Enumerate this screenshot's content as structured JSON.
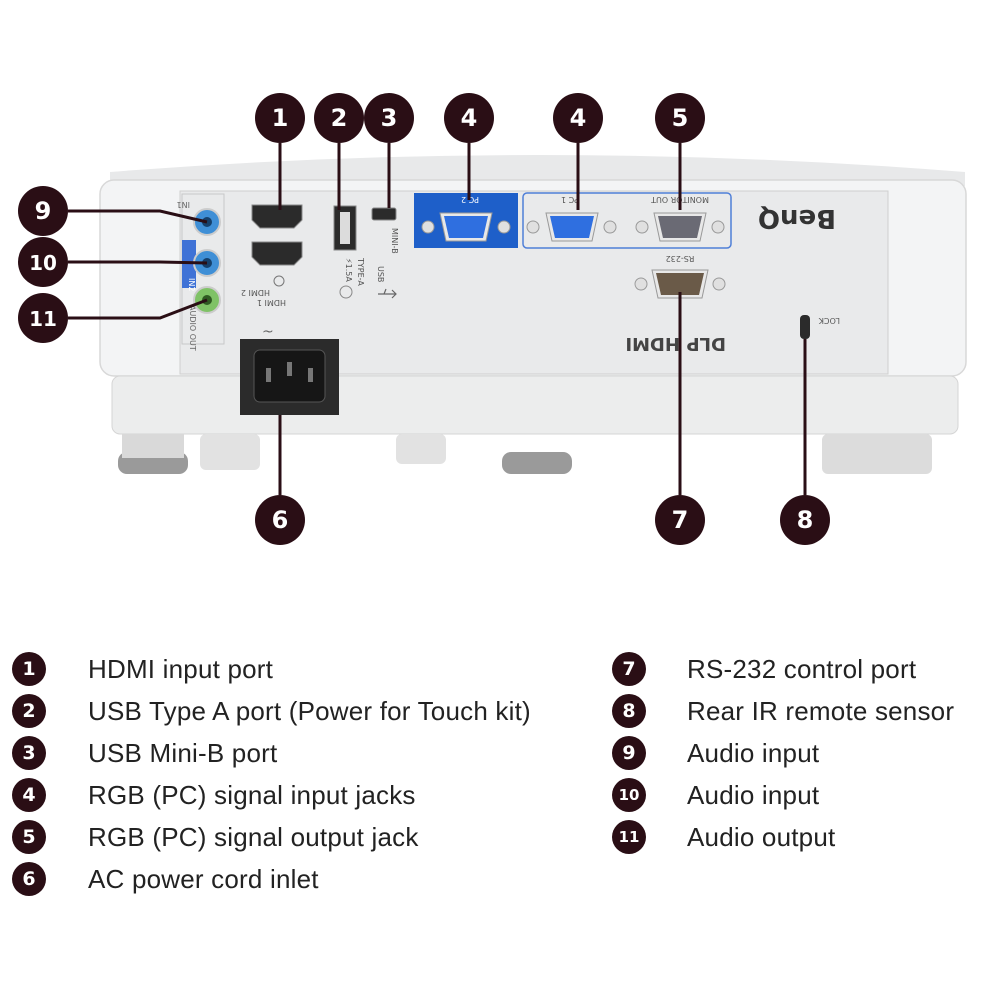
{
  "brand": "BenQ",
  "panel_labels": {
    "in1": "IN1",
    "in2": "IN2",
    "audio_out": "AUDIO OUT",
    "hdmi1": "HDMI 1",
    "hdmi2": "HDMI 2",
    "usb_type_a": "TYPE-A",
    "usb_power": "⚡1.5A",
    "usb_mini_b": "MINI-B",
    "usb": "USB",
    "pc2": "PC 2",
    "pc1": "PC 1",
    "monitor_out": "MONITOR OUT",
    "rs232": "RS-232",
    "lock": "LOCK",
    "dlp": "DLP",
    "hdmi_logo": "HDMI"
  },
  "callouts": [
    {
      "num": "1"
    },
    {
      "num": "2"
    },
    {
      "num": "3"
    },
    {
      "num": "4"
    },
    {
      "num": "4"
    },
    {
      "num": "5"
    },
    {
      "num": "6"
    },
    {
      "num": "7"
    },
    {
      "num": "8"
    },
    {
      "num": "9"
    },
    {
      "num": "10"
    },
    {
      "num": "11"
    }
  ],
  "legend": {
    "left": [
      {
        "num": "1",
        "label": "HDMI input port"
      },
      {
        "num": "2",
        "label": "USB Type A port (Power for Touch kit)"
      },
      {
        "num": "3",
        "label": "USB Mini-B port"
      },
      {
        "num": "4",
        "label": "RGB (PC) signal input jacks"
      },
      {
        "num": "5",
        "label": "RGB (PC) signal output jack"
      },
      {
        "num": "6",
        "label": "AC power cord inlet"
      }
    ],
    "right": [
      {
        "num": "7",
        "label": "RS-232 control port"
      },
      {
        "num": "8",
        "label": "Rear IR remote sensor"
      },
      {
        "num": "9",
        "label": "Audio input"
      },
      {
        "num": "10",
        "label": "Audio input"
      },
      {
        "num": "11",
        "label": "Audio output"
      }
    ]
  },
  "colors": {
    "callout": "#2a0e15",
    "body": "#f1f2f3",
    "vga_blue": "#1e5fc9",
    "audio_blue": "#3f8fd6",
    "audio_green": "#7fc266"
  }
}
